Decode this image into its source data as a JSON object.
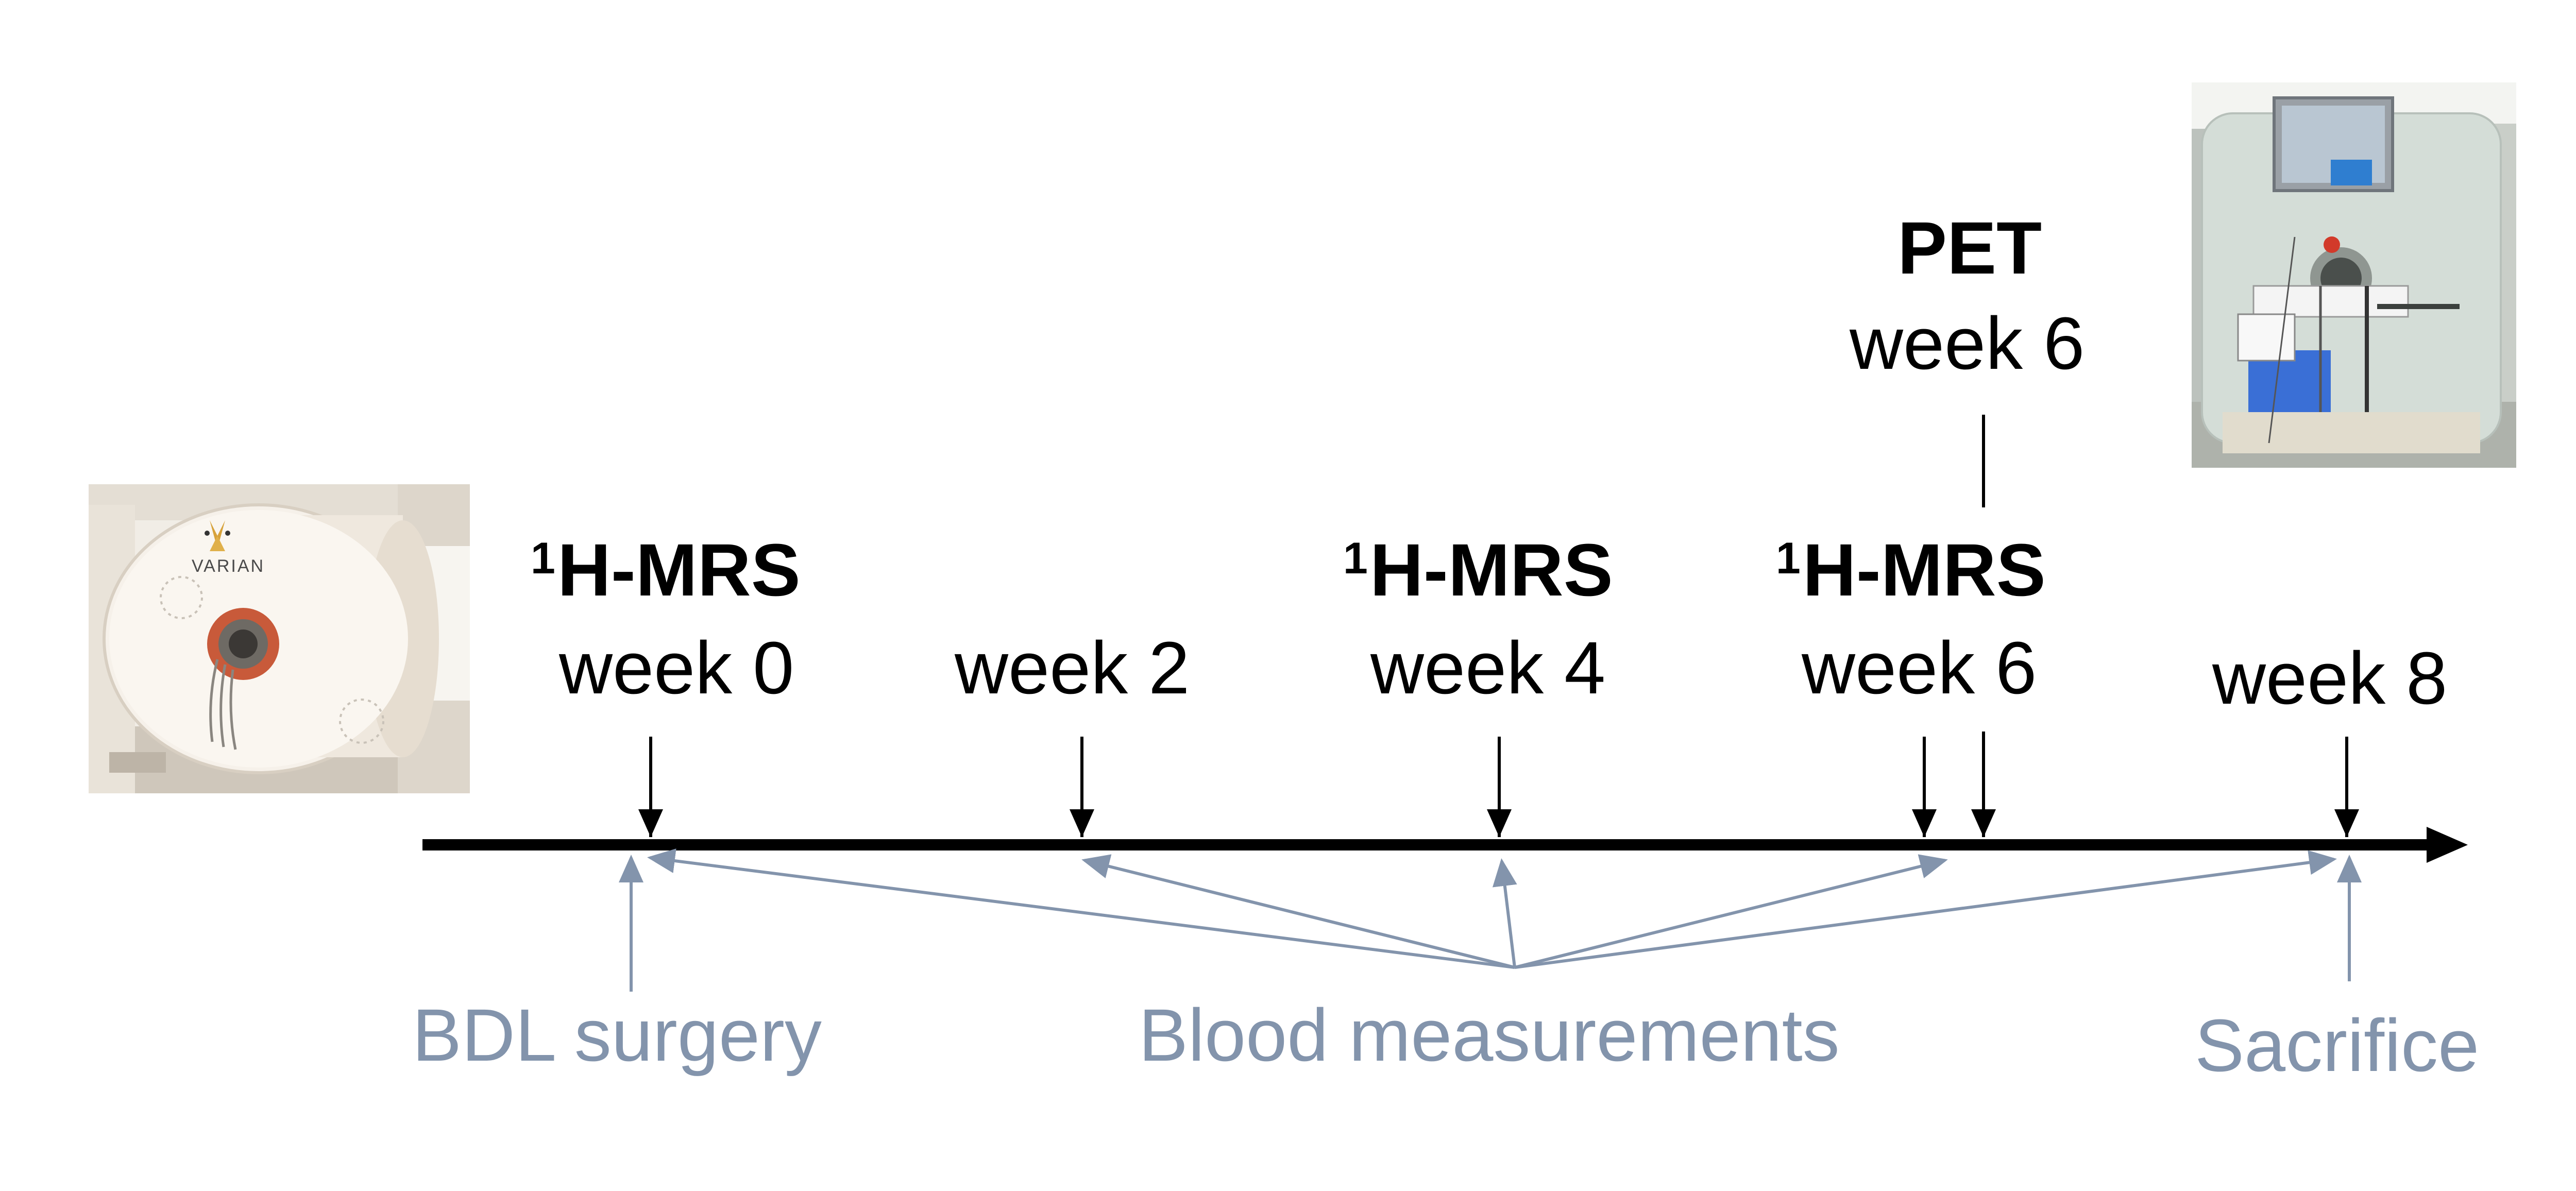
{
  "events": [
    {
      "key": "wk0",
      "title_sup": "1",
      "title": "H-MRS",
      "week": "week 0"
    },
    {
      "key": "wk2",
      "week": "week 2"
    },
    {
      "key": "wk4",
      "title_sup": "1",
      "title": "H-MRS",
      "week": "week 4"
    },
    {
      "key": "wk6",
      "title_sup": "1",
      "title": "H-MRS",
      "week": "week 6"
    },
    {
      "key": "pet",
      "title": "PET",
      "week": "week 6"
    },
    {
      "key": "wk8",
      "week": "week 8"
    }
  ],
  "annotations": {
    "bdl": "BDL surgery",
    "blood": "Blood measurements",
    "sacrifice": "Sacrifice"
  },
  "images": {
    "mri_scanner": {
      "logo_text": "VARIAN"
    },
    "pet_scanner": {}
  },
  "colors": {
    "timeline": "#000000",
    "annotation": "#8394ac",
    "mri_body": "#ece8e0",
    "pet_body": "#d6ddd8"
  }
}
